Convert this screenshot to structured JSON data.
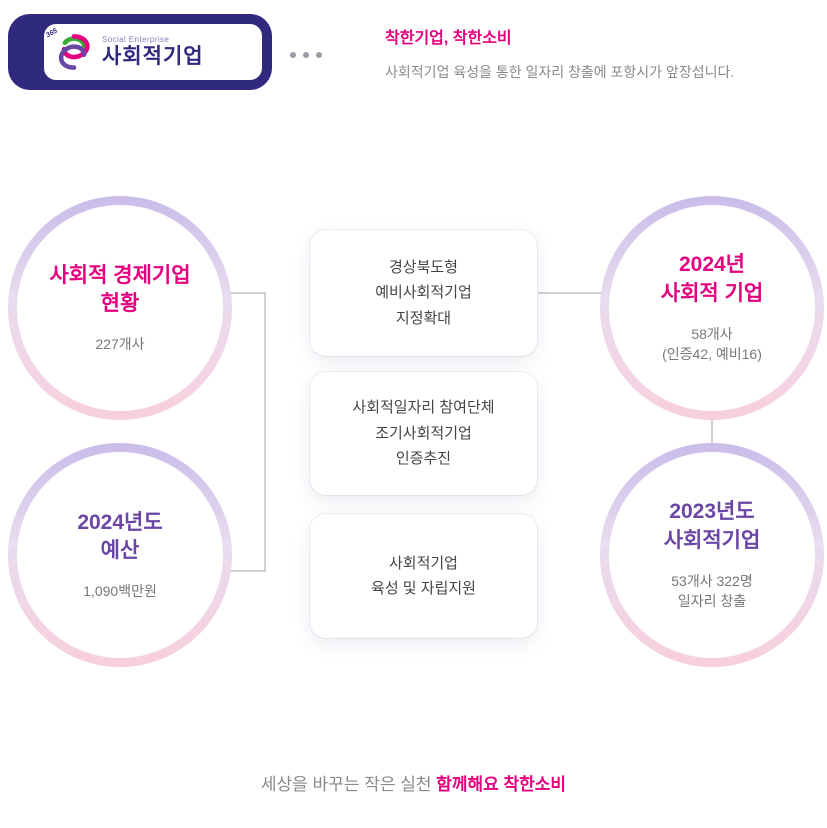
{
  "colors": {
    "accent_pink": "#e4007f",
    "accent_purple": "#6a46a5",
    "badge_bg": "#2f2a7e"
  },
  "header": {
    "logo": {
      "brand": "365",
      "small": "Social Enterprise",
      "name": "사회적기업"
    },
    "slogan_title": "착한기업, 착한소비",
    "slogan_subtitle": "사회적기업 육성을 통한 일자리 창출에 포항시가 앞장섭니다."
  },
  "diagram": {
    "left_circles": [
      {
        "title": "사회적 경제기업\n현황",
        "value": "227개사"
      },
      {
        "title": "2024년도\n예산",
        "value": "1,090백만원"
      }
    ],
    "center_boxes": [
      {
        "text": "경상북도형\n예비사회적기업\n지정확대"
      },
      {
        "text": "사회적일자리 참여단체\n조기사회적기업\n인증추진"
      },
      {
        "text": "사회적기업\n육성 및 자립지원"
      }
    ],
    "right_circles": [
      {
        "title": "2024년\n사회적 기업",
        "value": "58개사\n(인증42, 예비16)"
      },
      {
        "title": "2023년도\n사회적기업",
        "value": "53개사 322명\n일자리 창출"
      }
    ]
  },
  "footer": {
    "lead": "세상을 바꾸는 작은 실천",
    "em1": "함께해요",
    "em2": "착한소비"
  }
}
